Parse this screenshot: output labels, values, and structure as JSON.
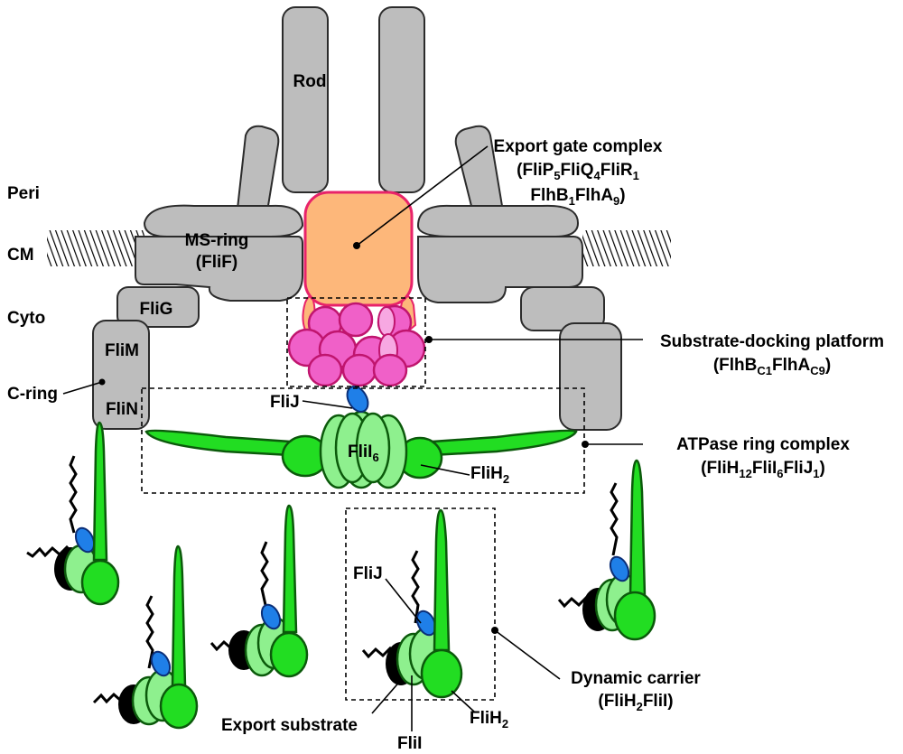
{
  "compartments": {
    "peri": "Peri",
    "cm": "CM",
    "cyto": "Cyto"
  },
  "components": {
    "rod": "Rod",
    "ms_ring": [
      "MS-ring",
      "(FliF)"
    ],
    "flig": "FliG",
    "flim": "FliM",
    "flin": "FliN",
    "c_ring": "C-ring"
  },
  "export_gate": {
    "title": "Export gate complex",
    "line2": [
      "(FliP",
      "5",
      "FliQ",
      "4",
      "FliR",
      "1"
    ],
    "line3": [
      "FlhB",
      "1",
      "FlhA",
      "9",
      ")"
    ]
  },
  "docking": {
    "title": "Substrate-docking platform",
    "line2": [
      "(FlhB",
      "C1",
      "FlhA",
      "C9",
      ")"
    ]
  },
  "atpase": {
    "title": "ATPase ring complex",
    "line2": [
      "(FliH",
      "12",
      "FliI",
      "6",
      "FliJ",
      "1",
      ")"
    ]
  },
  "ring_labels": {
    "flij": "FliJ",
    "flii6": [
      "FliI",
      "6"
    ],
    "flih2": [
      "FliH",
      "2"
    ]
  },
  "carrier": {
    "title": "Dynamic carrier",
    "line2": [
      "(FliH",
      "2",
      "FliI)"
    ],
    "flij": "FliJ",
    "export_substrate": "Export substrate",
    "flii": "FliI",
    "flih2": [
      "FliH",
      "2"
    ]
  },
  "colors": {
    "gray": "#bdbdbd",
    "export_gate": "#fdb77a",
    "export_gate_border": "#e8236a",
    "docking_platform": "#f060c8",
    "flih_green": "#22dd22",
    "flii_light_green": "#8ef08e",
    "flij_blue": "#1f7fe8"
  }
}
